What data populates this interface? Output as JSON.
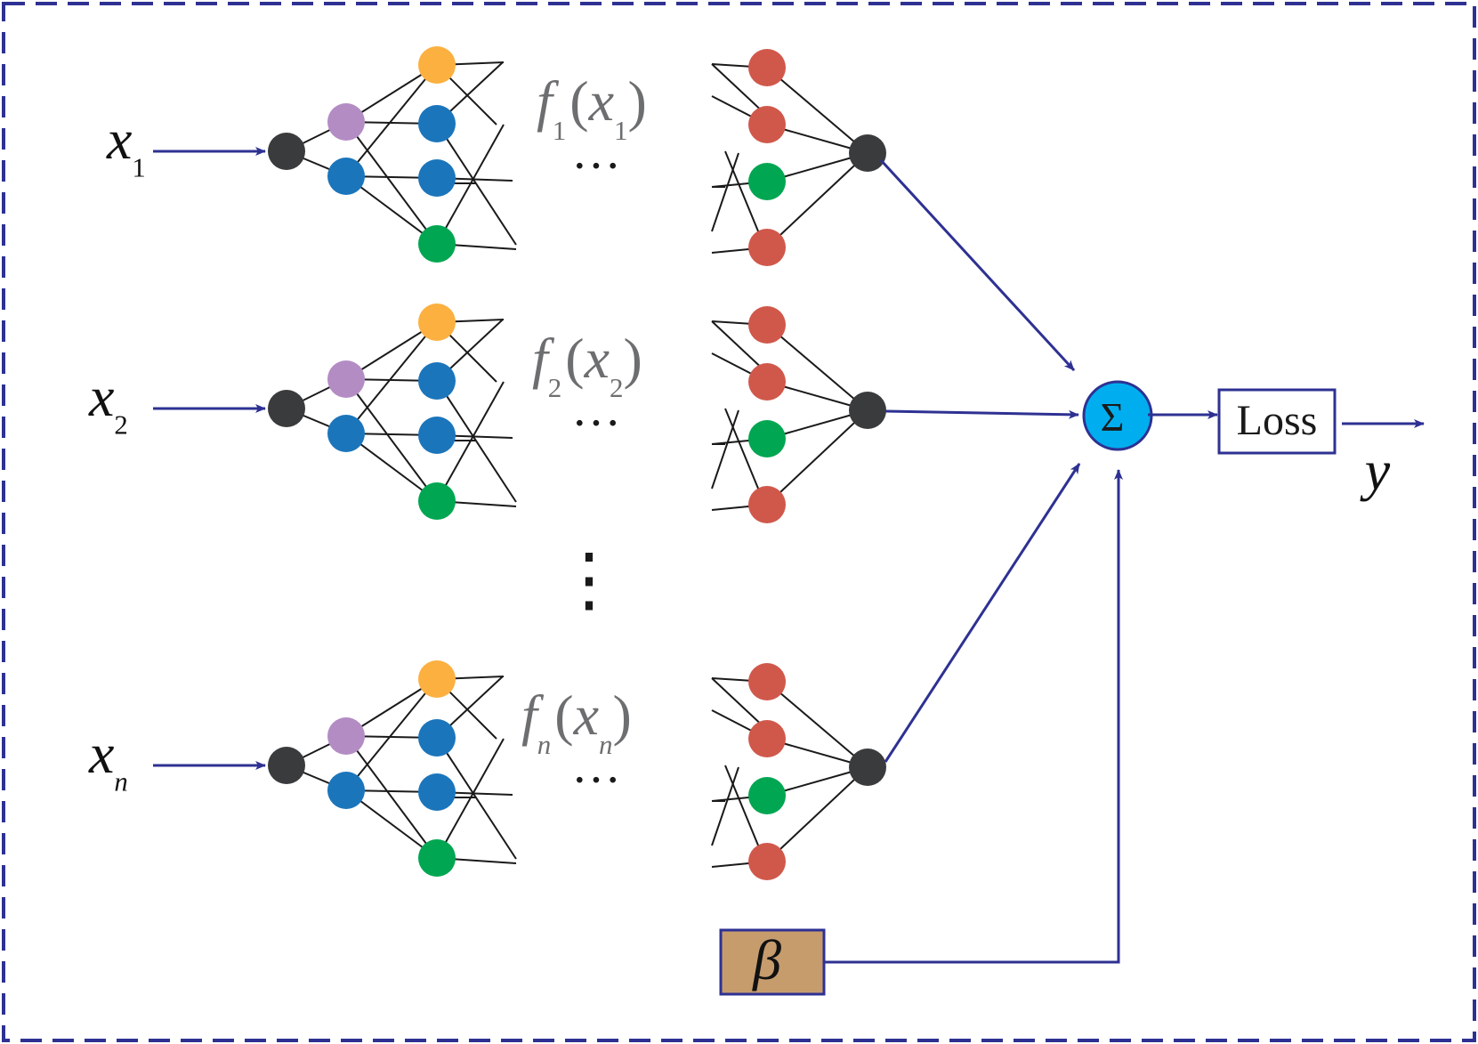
{
  "colors": {
    "frame": "#2E3192",
    "arrow": "#2E3192",
    "edge": "#1a1a1a",
    "input_node": "#3a3b3d",
    "output_node": "#3a3b3d",
    "purple_node": "#B48CC4",
    "blue_node": "#1B75BB",
    "orange_node": "#FBB040",
    "green_node": "#00A651",
    "red_node": "#D0584B",
    "sum_fill": "#00AEEF",
    "beta_fill": "#C69C6D",
    "function_label": "#6d6e70"
  },
  "branches": [
    {
      "input_var": "x",
      "input_sub": "1",
      "f_letter": "f",
      "f_sub": "1",
      "arg_var": "x",
      "arg_sub": "1",
      "open_paren": "(",
      "close_paren": ")",
      "ellipsis": "···"
    },
    {
      "input_var": "x",
      "input_sub": "2",
      "f_letter": "f",
      "f_sub": "2",
      "arg_var": "x",
      "arg_sub": "2",
      "open_paren": "(",
      "close_paren": ")",
      "ellipsis": "···"
    },
    {
      "input_var": "x",
      "input_sub": "n",
      "f_letter": "f",
      "f_sub": "n",
      "arg_var": "x",
      "arg_sub": "n",
      "open_paren": "(",
      "close_paren": ")",
      "ellipsis": "···"
    }
  ],
  "vertical_ellipsis": "⋮",
  "sum_symbol": "Σ",
  "loss_label": "Loss",
  "output_label": "y",
  "beta_label": "β",
  "icons": {
    "sum": "summation-node-icon",
    "arrow": "arrow-right-icon"
  }
}
